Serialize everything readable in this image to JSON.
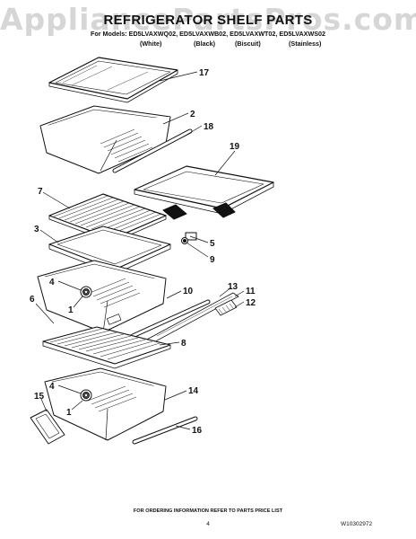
{
  "watermark": "AppliancePartsPros.com",
  "title": "REFRIGERATOR SHELF PARTS",
  "models_line": "For Models: ED5LVAXWQ02, ED5LVAXWB02, ED5LVAXWT02, ED5LVAXWS02",
  "finishes": [
    "(White)",
    "(Black)",
    "(Biscuit)",
    "(Stainless)"
  ],
  "callouts": [
    "17",
    "2",
    "18",
    "19",
    "7",
    "3",
    "5",
    "9",
    "4",
    "1",
    "10",
    "13",
    "11",
    "12",
    "6",
    "8",
    "4",
    "1",
    "14",
    "15",
    "16"
  ],
  "footer_note": "FOR ORDERING INFORMATION REFER TO PARTS PRICE LIST",
  "page_number": "4",
  "document_number": "W10302972"
}
